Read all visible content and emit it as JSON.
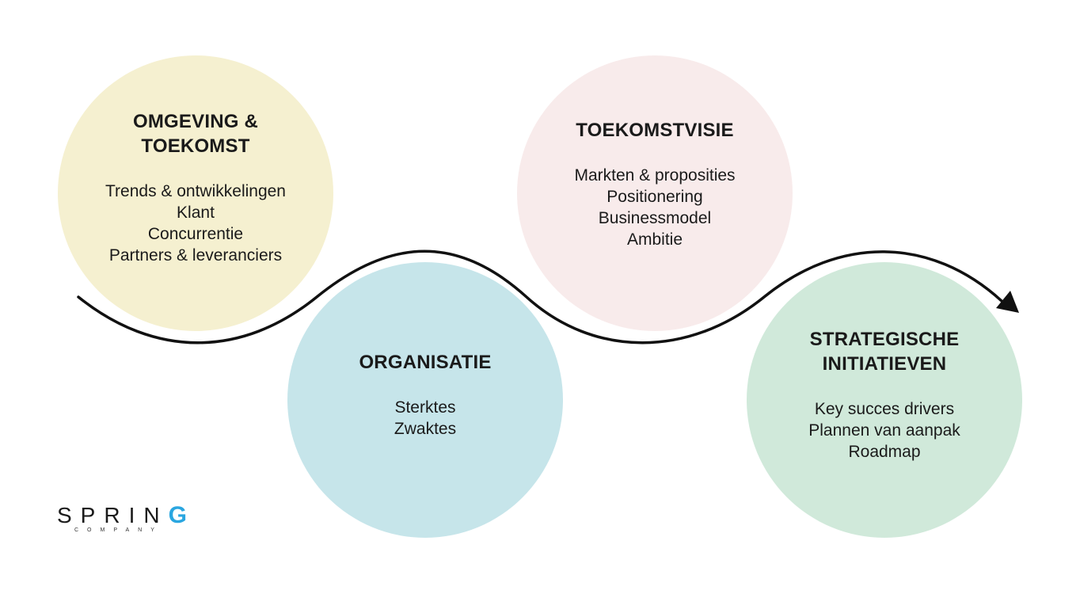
{
  "stages": [
    {
      "title_lines": [
        "OMGEVING &",
        "TOEKOMST"
      ],
      "items": [
        "Trends & ontwikkelingen",
        "Klant",
        "Concurrentie",
        "Partners & leveranciers"
      ],
      "color": "#f5f0d0"
    },
    {
      "title_lines": [
        "ORGANISATIE"
      ],
      "items": [
        "Sterktes",
        "Zwaktes"
      ],
      "color": "#c6e5ea"
    },
    {
      "title_lines": [
        "TOEKOMSTVISIE"
      ],
      "items": [
        "Markten & proposities",
        "Positionering",
        "Businessmodel",
        "Ambitie"
      ],
      "color": "#f8ebeb"
    },
    {
      "title_lines": [
        "STRATEGISCHE",
        "INITIATIEVEN"
      ],
      "items": [
        "Key succes drivers",
        "Plannen van aanpak",
        "Roadmap"
      ],
      "color": "#d0e9da"
    }
  ],
  "logo": {
    "main": "SPRIN",
    "last_letter": "G",
    "sub": "COMPANY",
    "accent_color": "#2aa6e0"
  }
}
